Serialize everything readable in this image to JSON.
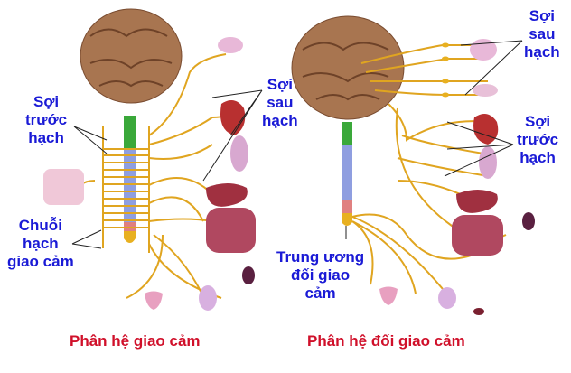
{
  "sympathetic": {
    "caption": "Phân hệ giao cảm",
    "labels": {
      "preganglionic": [
        "Sợi",
        "trước",
        "hạch"
      ],
      "chain": [
        "Chuỗi",
        "hạch",
        "giao cảm"
      ],
      "postganglionic": [
        "Sợi",
        "sau",
        "hạch"
      ]
    }
  },
  "parasympathetic": {
    "caption": "Phân hệ đối giao cảm",
    "labels": {
      "postganglionic": [
        "Sợi",
        "sau",
        "hạch"
      ],
      "preganglionic": [
        "Sợi",
        "trước",
        "hạch"
      ],
      "center": [
        "Trung ương",
        "đối giao",
        "cảm"
      ]
    }
  },
  "colors": {
    "label": "#1a1ad6",
    "caption": "#d0102a",
    "nerve": "#e0a520",
    "brain": "#a0704a"
  }
}
